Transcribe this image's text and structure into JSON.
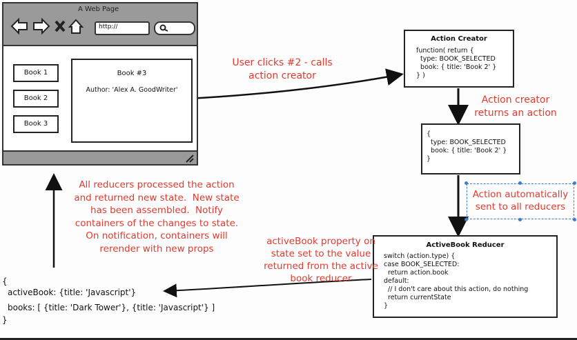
{
  "browser": {
    "title": "A Web Page",
    "url": "http://",
    "books": [
      "Book 1",
      "Book 2",
      "Book 3"
    ],
    "detail_title": "Book #3",
    "detail_author": "Author: 'Alex A. GoodWriter'"
  },
  "action_creator": {
    "title": "Action Creator",
    "code": "function( return {\n  type: BOOK_SELECTED\n  book: { title: 'Book 2' }\n} )"
  },
  "action_object": {
    "code": "{\n  type: BOOK_SELECTED\n  book: { title: 'Book 2' }\n}"
  },
  "reducer": {
    "title": "ActiveBook Reducer",
    "code": "switch (action.type) {\ncase BOOK_SELECTED:\n  return action.book\ndefault:\n  // I don't care about this action, do nothing\n  return currentState\n}"
  },
  "state": {
    "open": "{",
    "active_book": "activeBook: {title: 'Javascript'}",
    "books": "books: [ {title: 'Dark Tower'}, {title: 'Javascript'} ]",
    "close": "}"
  },
  "annotations": {
    "user_clicks": "User clicks #2 - calls\naction creator",
    "returns_action": "Action creator\nreturns an action",
    "sent_to_reducers": "Action automatically\nsent to all reducers",
    "active_book_property": "activeBook property on\nstate set to the value\nreturned from the active\nbook reducer",
    "all_reducers": "All reducers processed the action\nand returned new state.  New state\nhas been assembled.  Notify\ncontainers of the changes to state.\nOn notification, containers will\nrerender with new props"
  },
  "colors": {
    "annotation": "#e03b2e",
    "frame": "#9a9a9a",
    "selection": "#3b7fd4"
  }
}
